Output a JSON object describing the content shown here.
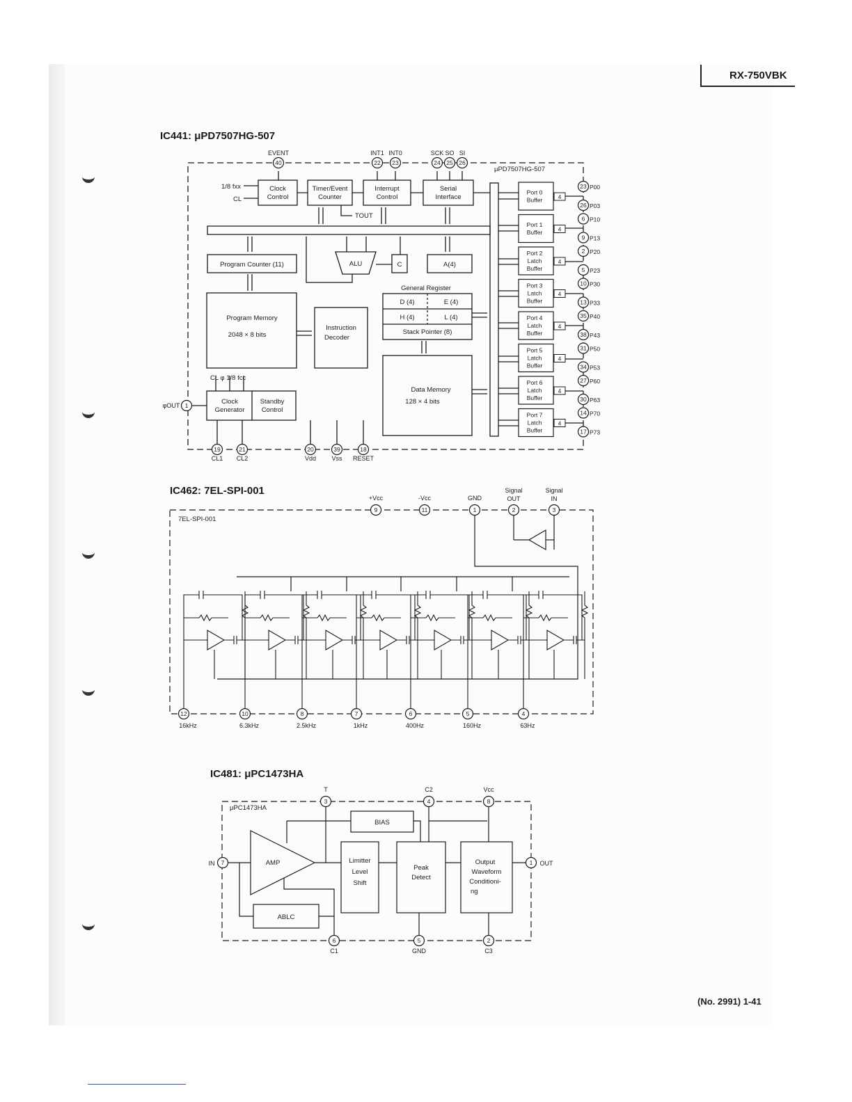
{
  "header": {
    "model": "RX-750VBK"
  },
  "footer": {
    "page": "(No. 2991)  1-41"
  },
  "ic441": {
    "title": "IC441:  μPD7507HG-507",
    "chip_label": "μPD7507HG-507",
    "top_pins": [
      {
        "label": "EVENT",
        "pin": "40"
      },
      {
        "label": "INT1",
        "pin": "22"
      },
      {
        "label": "INT0",
        "pin": "23"
      },
      {
        "label": "SCK",
        "pin": "24"
      },
      {
        "label": "SO",
        "pin": "25"
      },
      {
        "label": "SI",
        "pin": "26"
      }
    ],
    "inputs": {
      "fxx": "1/8 fxx",
      "cl": "CL"
    },
    "blocks": {
      "clock_control": [
        "Clock",
        "Control"
      ],
      "timer": [
        "Timer/Event",
        "Counter"
      ],
      "interrupt": [
        "Interrupt",
        "Control"
      ],
      "serial": [
        "Serial",
        "Interface"
      ],
      "tout": "TOUT",
      "program_counter": "Program Counter (11)",
      "alu": "ALU",
      "c": "C",
      "a": "A(4)",
      "general_register": "General Register",
      "reg_d": "D (4)",
      "reg_e": "E (4)",
      "reg_h": "H (4)",
      "reg_l": "L (4)",
      "stack_pointer": "Stack Pointer (8)",
      "program_memory": [
        "Program Memory",
        "2048 × 8 bits"
      ],
      "instruction_decoder": [
        "Instruction",
        "Decoder"
      ],
      "data_memory": [
        "Data Memory",
        "128 × 4 bits"
      ],
      "clock_gen": [
        "Clock",
        "Generator"
      ],
      "standby": [
        "Standby",
        "Control"
      ],
      "clk_labels": "CL   φ  1/8 fcc"
    },
    "phi_out": {
      "label": "φOUT",
      "pin": "1"
    },
    "bottom_pins": [
      {
        "label": "CL1",
        "pin": "19"
      },
      {
        "label": "CL2",
        "pin": "21"
      },
      {
        "label": "Vdd",
        "pin": "20"
      },
      {
        "label": "Vss",
        "pin": "39"
      },
      {
        "label": "RESET",
        "pin": "18"
      }
    ],
    "ports": [
      {
        "lines": [
          "Port 0",
          "Buffer"
        ],
        "bits": "4",
        "pin_a": "23",
        "name_a": "P00",
        "pin_b": "26",
        "name_b": "P03"
      },
      {
        "lines": [
          "Port 1",
          "Buffer"
        ],
        "bits": "4",
        "pin_a": "6",
        "name_a": "P10",
        "pin_b": "9",
        "name_b": "P13"
      },
      {
        "lines": [
          "Port 2",
          "Latch",
          "Buffer"
        ],
        "bits": "4",
        "pin_a": "2",
        "name_a": "P20",
        "pin_b": "5",
        "name_b": "P23"
      },
      {
        "lines": [
          "Port 3",
          "Latch",
          "Buffer"
        ],
        "bits": "4",
        "pin_a": "10",
        "name_a": "P30",
        "pin_b": "13",
        "name_b": "P33"
      },
      {
        "lines": [
          "Port 4",
          "Latch",
          "Buffer"
        ],
        "bits": "4",
        "pin_a": "35",
        "name_a": "P40",
        "pin_b": "38",
        "name_b": "P43"
      },
      {
        "lines": [
          "Port 5",
          "Latch",
          "Buffer"
        ],
        "bits": "4",
        "pin_a": "31",
        "name_a": "P50",
        "pin_b": "34",
        "name_b": "P53"
      },
      {
        "lines": [
          "Port 6",
          "Latch",
          "Buffer"
        ],
        "bits": "4",
        "pin_a": "27",
        "name_a": "P60",
        "pin_b": "30",
        "name_b": "P63"
      },
      {
        "lines": [
          "Port 7",
          "Latch",
          "Buffer"
        ],
        "bits": "4",
        "pin_a": "14",
        "name_a": "P70",
        "pin_b": "17",
        "name_b": "P73"
      }
    ]
  },
  "ic462": {
    "title": "IC462:  7EL-SPI-001",
    "chip_label": "7EL-SPI-001",
    "top_pins": [
      {
        "label": "+Vcc",
        "pin": "9"
      },
      {
        "label": "-Vcc",
        "pin": "11"
      },
      {
        "label": "GND",
        "pin": "1"
      },
      {
        "label": "Signal OUT",
        "pin": "2"
      },
      {
        "label": "Signal IN",
        "pin": "3"
      }
    ],
    "bands": [
      {
        "pin": "12",
        "freq": "16kHz"
      },
      {
        "pin": "10",
        "freq": "6.3kHz"
      },
      {
        "pin": "8",
        "freq": "2.5kHz"
      },
      {
        "pin": "7",
        "freq": "1kHz"
      },
      {
        "pin": "6",
        "freq": "400Hz"
      },
      {
        "pin": "5",
        "freq": "160Hz"
      },
      {
        "pin": "4",
        "freq": "63Hz"
      }
    ]
  },
  "ic481": {
    "title": "IC481:  μPC1473HA",
    "chip_label": "μPC1473HA",
    "top_pins": [
      {
        "label": "T",
        "pin": "3"
      },
      {
        "label": "C2",
        "pin": "4"
      },
      {
        "label": "Vcc",
        "pin": "8"
      }
    ],
    "in_pin": {
      "label": "IN",
      "pin": "7"
    },
    "out_pin": {
      "label": "OUT",
      "pin": "1"
    },
    "bottom_pins": [
      {
        "label": "C1",
        "pin": "6"
      },
      {
        "label": "GND",
        "pin": "5"
      },
      {
        "label": "C3",
        "pin": "2"
      }
    ],
    "blocks": {
      "bias": "BIAS",
      "amp": "AMP",
      "ablc": "ABLC",
      "limiter": [
        "Limitter",
        "Level",
        "Shift"
      ],
      "peak": [
        "Peak",
        "Detect"
      ],
      "output": [
        "Output",
        "Waveform",
        "Conditioni-",
        "ng"
      ]
    }
  }
}
